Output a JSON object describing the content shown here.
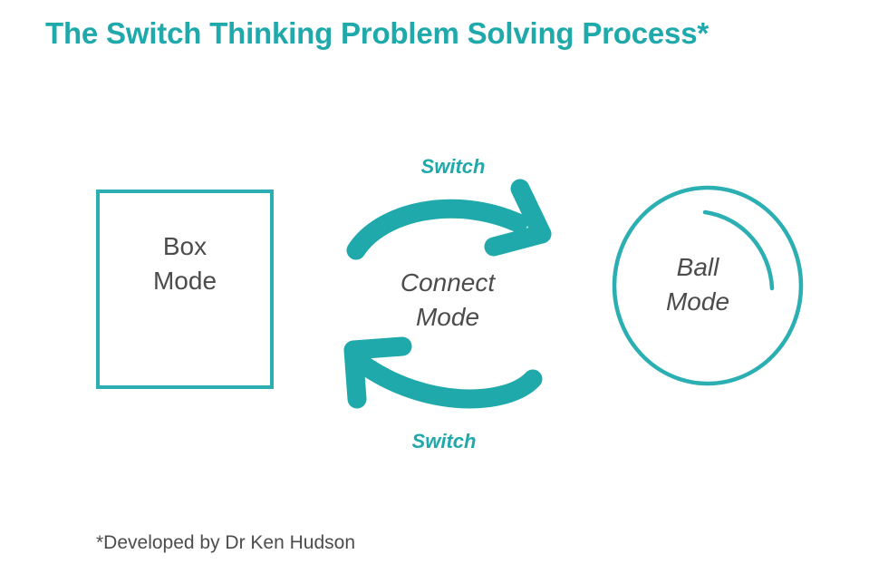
{
  "page": {
    "title": "The Switch Thinking Problem Solving Process*",
    "background_color": "#ffffff"
  },
  "colors": {
    "teal": "#1fa9ab",
    "teal_outline": "#2bafb2",
    "text_gray": "#4c4c4c"
  },
  "diagram": {
    "type": "cycle",
    "nodes": [
      {
        "id": "box-mode",
        "shape": "square",
        "label_line1": "Box",
        "label_line2": "Mode",
        "style": "upright",
        "outline_color": "#2bafb2"
      },
      {
        "id": "connect-mode",
        "shape": "none",
        "label_line1": "Connect",
        "label_line2": "Mode",
        "style": "italic",
        "outline_color": "none"
      },
      {
        "id": "ball-mode",
        "shape": "circle",
        "label_line1": "Ball",
        "label_line2": "Mode",
        "style": "italic",
        "outline_color": "#2bafb2"
      }
    ],
    "arrows": [
      {
        "id": "arrow-top",
        "direction": "left-to-right",
        "from": "box-mode",
        "to": "ball-mode",
        "label": "Switch",
        "color": "#1fa9ab"
      },
      {
        "id": "arrow-bottom",
        "direction": "right-to-left",
        "from": "ball-mode",
        "to": "box-mode",
        "label": "Switch",
        "color": "#1fa9ab"
      }
    ]
  },
  "footnote": {
    "text": "*Developed by Dr Ken Hudson"
  }
}
